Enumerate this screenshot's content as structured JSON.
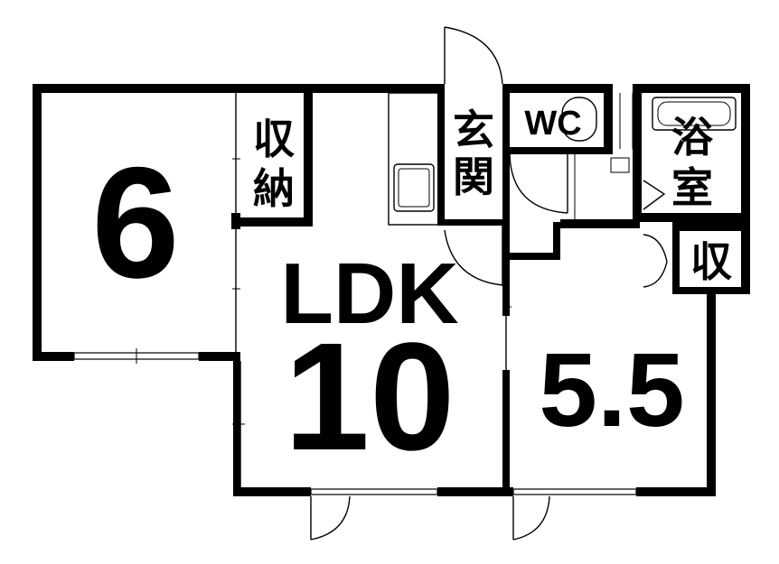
{
  "rooms": {
    "western_left": {
      "size": "6"
    },
    "ldk": {
      "name": "LDK",
      "size": "10"
    },
    "western_right": {
      "size": "5.5"
    },
    "storage_left": {
      "line1": "収",
      "line2": "納"
    },
    "entrance": {
      "line1": "玄",
      "line2": "関"
    },
    "toilet": {
      "name": "WC"
    },
    "bath": {
      "line1": "浴",
      "line2": "室"
    },
    "storage_right": {
      "name": "収"
    }
  },
  "colors": {
    "wall": "#000000",
    "background": "#ffffff"
  }
}
